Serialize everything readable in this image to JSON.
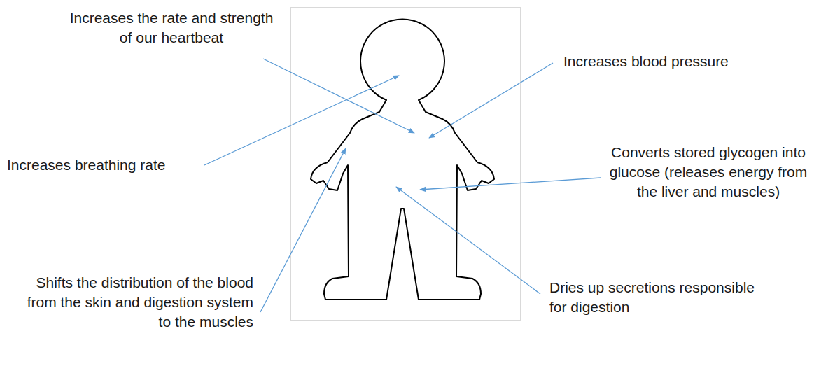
{
  "diagram": {
    "labels": [
      "Increases the rate and strength of our heartbeat",
      "Increases blood pressure",
      "Increases breathing rate",
      "Converts stored glycogen into glucose (releases energy from the liver and muscles)",
      "Shifts the distribution of the blood from the skin and digestion system to the muscles",
      "Dries up secretions responsible for digestion"
    ]
  }
}
